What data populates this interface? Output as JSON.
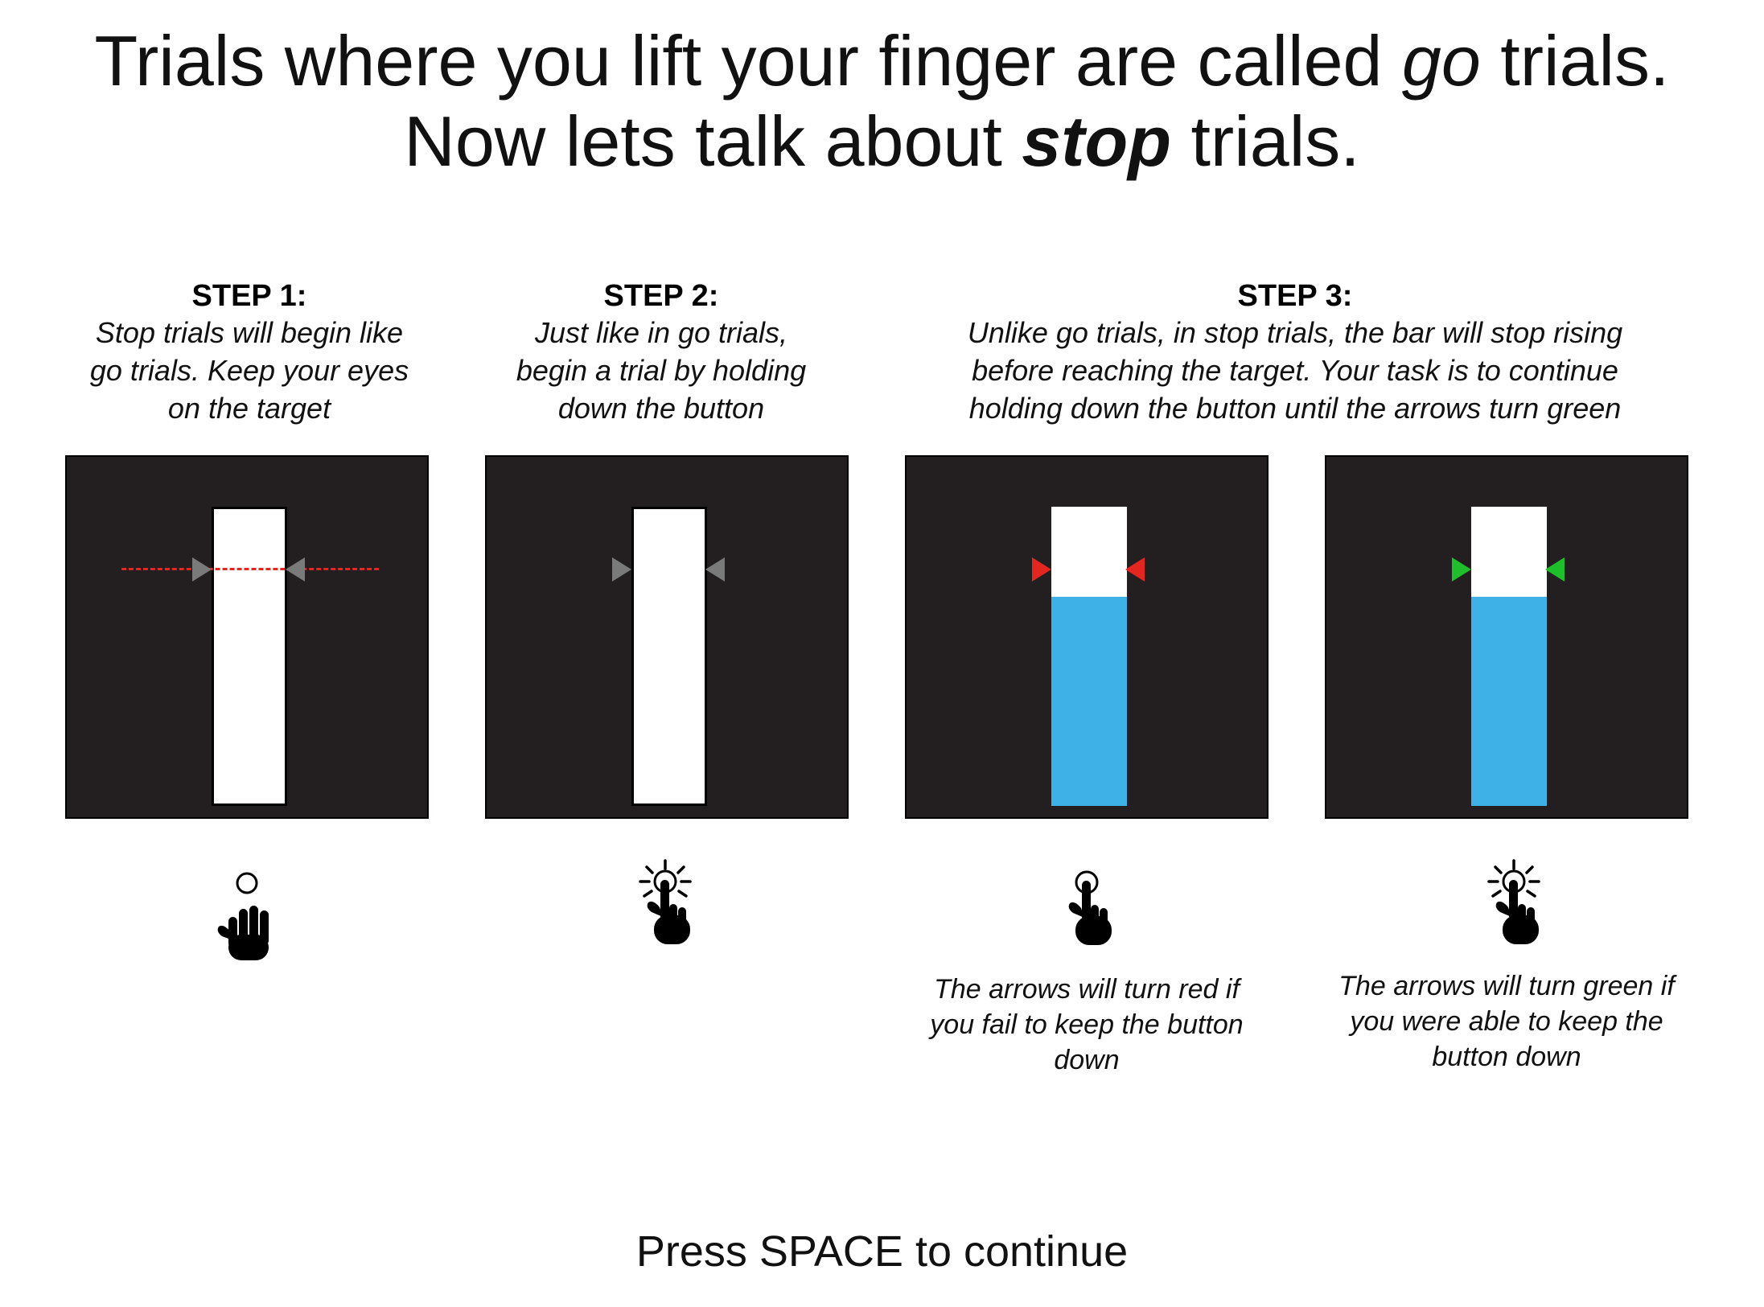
{
  "title": {
    "line1_prefix": "Trials where you lift your finger are called ",
    "line1_emph": "go",
    "line1_suffix": " trials.",
    "line2_prefix": "Now lets talk about ",
    "line2_emph": "stop",
    "line2_suffix": " trials."
  },
  "steps": [
    {
      "heading": "STEP 1:",
      "lines": [
        "Stop trials will begin like",
        "go trials. Keep your eyes",
        "on the target"
      ]
    },
    {
      "heading": "STEP 2:",
      "lines": [
        "Just like in go trials,",
        "begin a trial by holding",
        "down the button"
      ]
    },
    {
      "heading": "STEP 3:",
      "lines": [
        "Unlike go trials, in stop trials, the bar will stop rising",
        "before reaching the target. Your task is to continue",
        "holding down the button until the arrows turn green"
      ]
    }
  ],
  "panels": [
    {
      "arrow_color": "#7a7a7a",
      "fill_fraction": 0,
      "target_line": true,
      "icon": "open-hand-icon"
    },
    {
      "arrow_color": "#7a7a7a",
      "fill_fraction": 0,
      "target_line": false,
      "icon": "finger-pressing-icon"
    },
    {
      "arrow_color": "#e3261f",
      "fill_fraction": 0.7,
      "target_line": false,
      "icon": "finger-holding-icon"
    },
    {
      "arrow_color": "#1fbf2b",
      "fill_fraction": 0.7,
      "target_line": false,
      "icon": "finger-pressing-icon"
    }
  ],
  "captions": {
    "red": [
      "The arrows will turn red if",
      "you fail to keep the button",
      "down"
    ],
    "green": [
      "The arrows will turn green if",
      "you were able to keep the",
      "button down"
    ]
  },
  "prompt": "Press SPACE to continue",
  "colors": {
    "panel_bg": "#231f20",
    "bar_fill": "#3eb1e6",
    "arrow_gray": "#7a7a7a",
    "arrow_red": "#e3261f",
    "arrow_green": "#1fbf2b"
  }
}
